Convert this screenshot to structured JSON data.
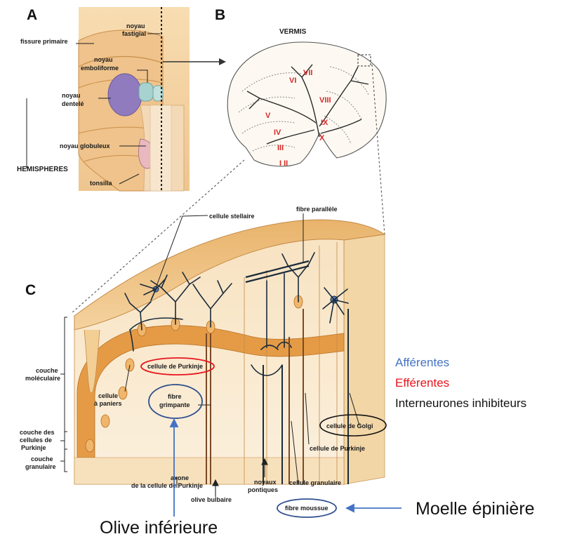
{
  "panels": {
    "a": "A",
    "b": "B",
    "c": "C"
  },
  "panel_a": {
    "fissure_primaire": "fissure primaire",
    "noyau_fastigial_1": "noyau",
    "noyau_fastigial_2": "fastigial",
    "noyau_emboliforme_1": "noyau",
    "noyau_emboliforme_2": "emboliforme",
    "noyau_dentele_1": "noyau",
    "noyau_dentele_2": "dentelé",
    "noyau_globuleux": "noyau globuleux",
    "hemispheres": "HEMISPHERES",
    "tonsilla": "tonsilla"
  },
  "panel_b": {
    "vermis": "VERMIS",
    "lobules": [
      "VII",
      "VI",
      "VIII",
      "V",
      "IX",
      "IV",
      "X",
      "III",
      "I II"
    ]
  },
  "panel_c": {
    "cellule_stellaire": "cellule stellaire",
    "fibre_parallele": "fibre parallèle",
    "couche_moleculaire_1": "couche",
    "couche_moleculaire_2": "moléculaire",
    "cellule_purkinje_circled": "cellule de Purkinje",
    "cellule_paniers_1": "cellule",
    "cellule_paniers_2": "à paniers",
    "fibre_grimpante_1": "fibre",
    "fibre_grimpante_2": "grimpante",
    "couche_purkinje_1": "couche des",
    "couche_purkinje_2": "cellules de",
    "couche_purkinje_3": "Purkinje",
    "couche_granulaire_1": "couche",
    "couche_granulaire_2": "granulaire",
    "cellule_golgi": "cellule de Golgi",
    "cellule_purkinje_right": "cellule de Purkinje",
    "axone_1": "axone",
    "axone_2": "de la cellule de Purkinje",
    "olive_bulbaire": "olive bulbaire",
    "noyaux_pontiques_1": "noyaux",
    "noyaux_pontiques_2": "pontiques",
    "cellule_granulaire": "cellule granulaire",
    "fibre_moussue": "fibre moussue"
  },
  "legend": {
    "afferentes": "Afférentes",
    "efferentes": "Efférentes",
    "interneurones": "Interneurones inhibiteurs"
  },
  "annotations": {
    "moelle": "Moelle épinière",
    "olive_inferieure": "Olive inférieure"
  },
  "colors": {
    "afferent": "#4472c4",
    "efferent": "#e8141c",
    "interneuron": "#111111",
    "tissue_light": "#f6dcb0",
    "tissue_mid": "#eebd7a",
    "tissue_dark": "#d99a4e",
    "dentate_nucleus": "#8f7bbd",
    "emboliform_nucleus": "#a7d2cf"
  }
}
